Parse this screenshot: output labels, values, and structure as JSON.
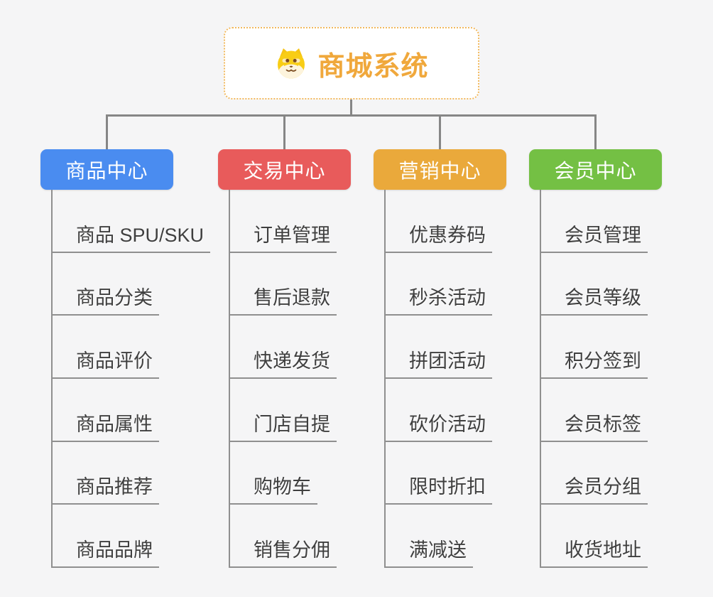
{
  "app": {
    "background": "#f5f5f6",
    "connector_color": "#868686"
  },
  "root": {
    "title": "商城系统",
    "icon": "dog-face-icon",
    "accent_color": "#f0a83c",
    "border_color": "#f2b95e"
  },
  "branches": [
    {
      "id": "product-center",
      "label": "商品中心",
      "color": "#4a8cf0",
      "items": [
        "商品 SPU/SKU",
        "商品分类",
        "商品评价",
        "商品属性",
        "商品推荐",
        "商品品牌"
      ]
    },
    {
      "id": "trade-center",
      "label": "交易中心",
      "color": "#e85b5b",
      "items": [
        "订单管理",
        "售后退款",
        "快递发货",
        "门店自提",
        "购物车",
        "销售分佣"
      ]
    },
    {
      "id": "marketing-center",
      "label": "营销中心",
      "color": "#eaa93b",
      "items": [
        "优惠券码",
        "秒杀活动",
        "拼团活动",
        "砍价活动",
        "限时折扣",
        "满减送"
      ]
    },
    {
      "id": "member-center",
      "label": "会员中心",
      "color": "#74c044",
      "items": [
        "会员管理",
        "会员等级",
        "积分签到",
        "会员标签",
        "会员分组",
        "收货地址"
      ]
    }
  ]
}
